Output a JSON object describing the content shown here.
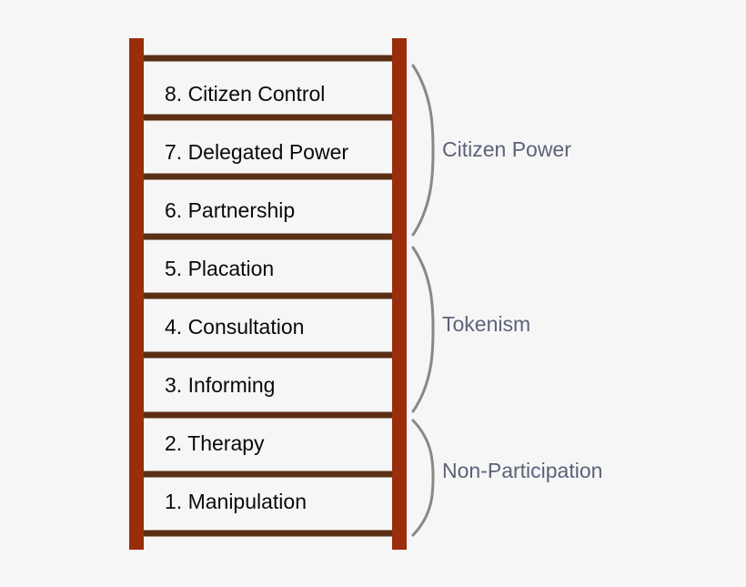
{
  "colors": {
    "background": "#f6f6f6",
    "rail": "#992d0c",
    "rung": "#5b2f13",
    "brace": "#888888",
    "rung_text": "#0a0a0a",
    "group_text": "#5c6378"
  },
  "rungs": [
    {
      "label": "8. Citizen Control"
    },
    {
      "label": "7. Delegated Power"
    },
    {
      "label": "6. Partnership"
    },
    {
      "label": "5. Placation"
    },
    {
      "label": "4. Consultation"
    },
    {
      "label": "3. Informing"
    },
    {
      "label": "2. Therapy"
    },
    {
      "label": "1. Manipulation"
    }
  ],
  "groups": [
    {
      "label": "Citizen Power",
      "rungs": [
        8,
        7,
        6
      ]
    },
    {
      "label": "Tokenism",
      "rungs": [
        5,
        4,
        3
      ]
    },
    {
      "label": "Non-Participation",
      "rungs": [
        2,
        1
      ]
    }
  ]
}
